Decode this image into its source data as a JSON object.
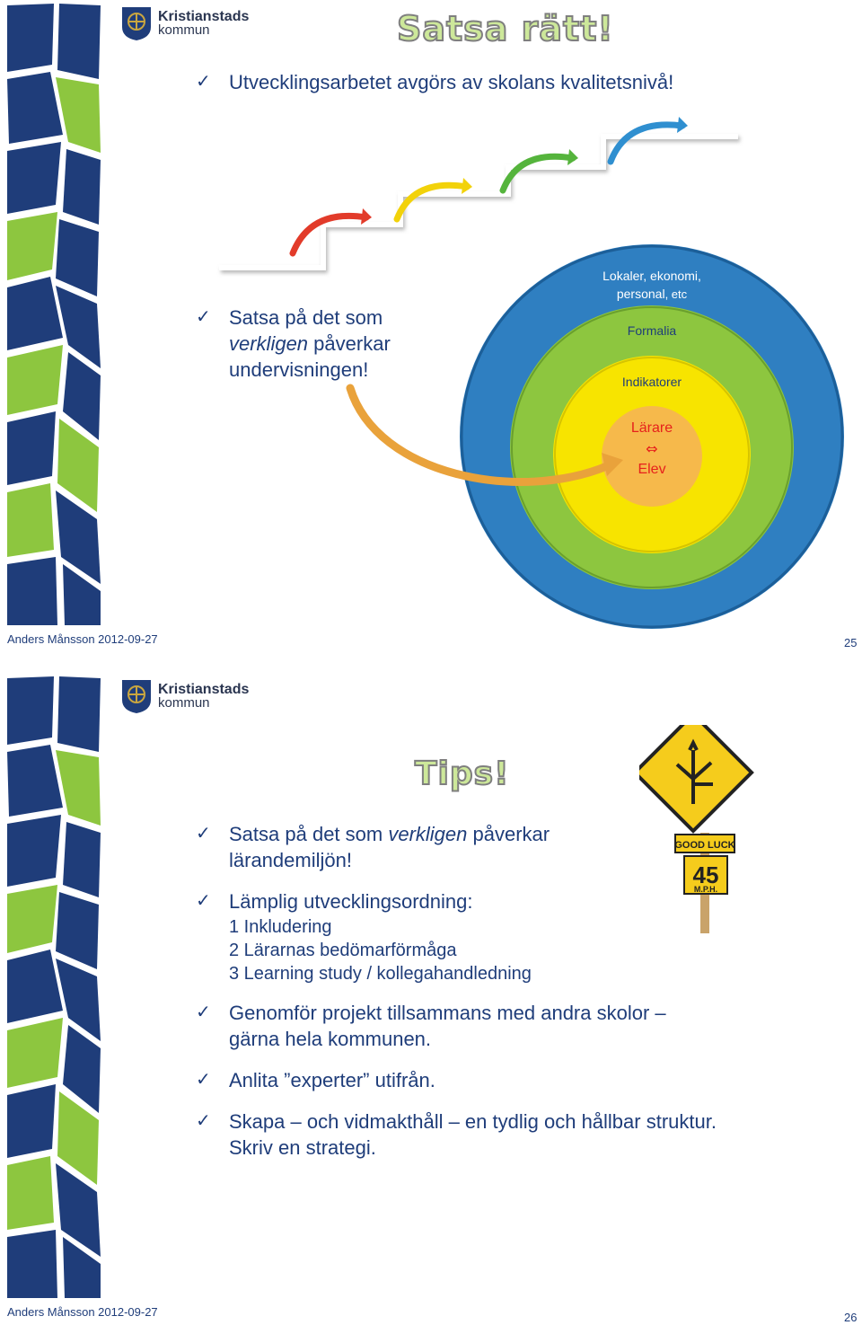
{
  "org": {
    "name_line1": "Kristianstads",
    "name_line2": "kommun"
  },
  "slide25": {
    "title": "Satsa rätt!",
    "bullet1": "Utvecklingsarbetet avgörs av skolans kvalitetsnivå!",
    "bullet2_a": "Satsa på det som",
    "bullet2_em": "verkligen",
    "bullet2_b": "påverkar",
    "bullet2_c": "undervisningen!",
    "rings": {
      "outer_1": "Lokaler, ekonomi,",
      "outer_2": "personal",
      "outer_2b": ", etc",
      "second": "Formalia",
      "third": "Indikatorer",
      "core_1": "Lärare",
      "core_arrow": "⇔",
      "core_2": "Elev"
    },
    "footer": "Anders Månsson 2012-09-27",
    "page": "25"
  },
  "slide26": {
    "title": "Tips!",
    "b1_a": "Satsa på det som",
    "b1_em": "verkligen",
    "b1_b": "påverkar",
    "b1_c": "lärandemiljön!",
    "b2": "Lämplig utvecklingsordning:",
    "b2_items": [
      "1  Inkludering",
      "2  Lärarnas bedömarförmåga",
      "3  Learning study / kollegahandledning"
    ],
    "b3_a": "Genomför projekt tillsammans med andra skolor –",
    "b3_b": "gärna hela kommunen.",
    "b4": "Anlita ”experter” utifrån.",
    "b5_a": "Skapa – och vidmakthåll – en tydlig och hållbar struktur.",
    "b5_b": "Skriv en strategi.",
    "sign": {
      "top": "GOOD LUCK",
      "speed": "45",
      "unit": "M.P.H."
    },
    "footer": "Anders Månsson 2012-09-27",
    "page": "26"
  },
  "colors": {
    "navy": "#1f3d7a",
    "green": "#8dc63f",
    "blue": "#2f7fc1",
    "yellow": "#f7e400",
    "red": "#e6211c"
  }
}
